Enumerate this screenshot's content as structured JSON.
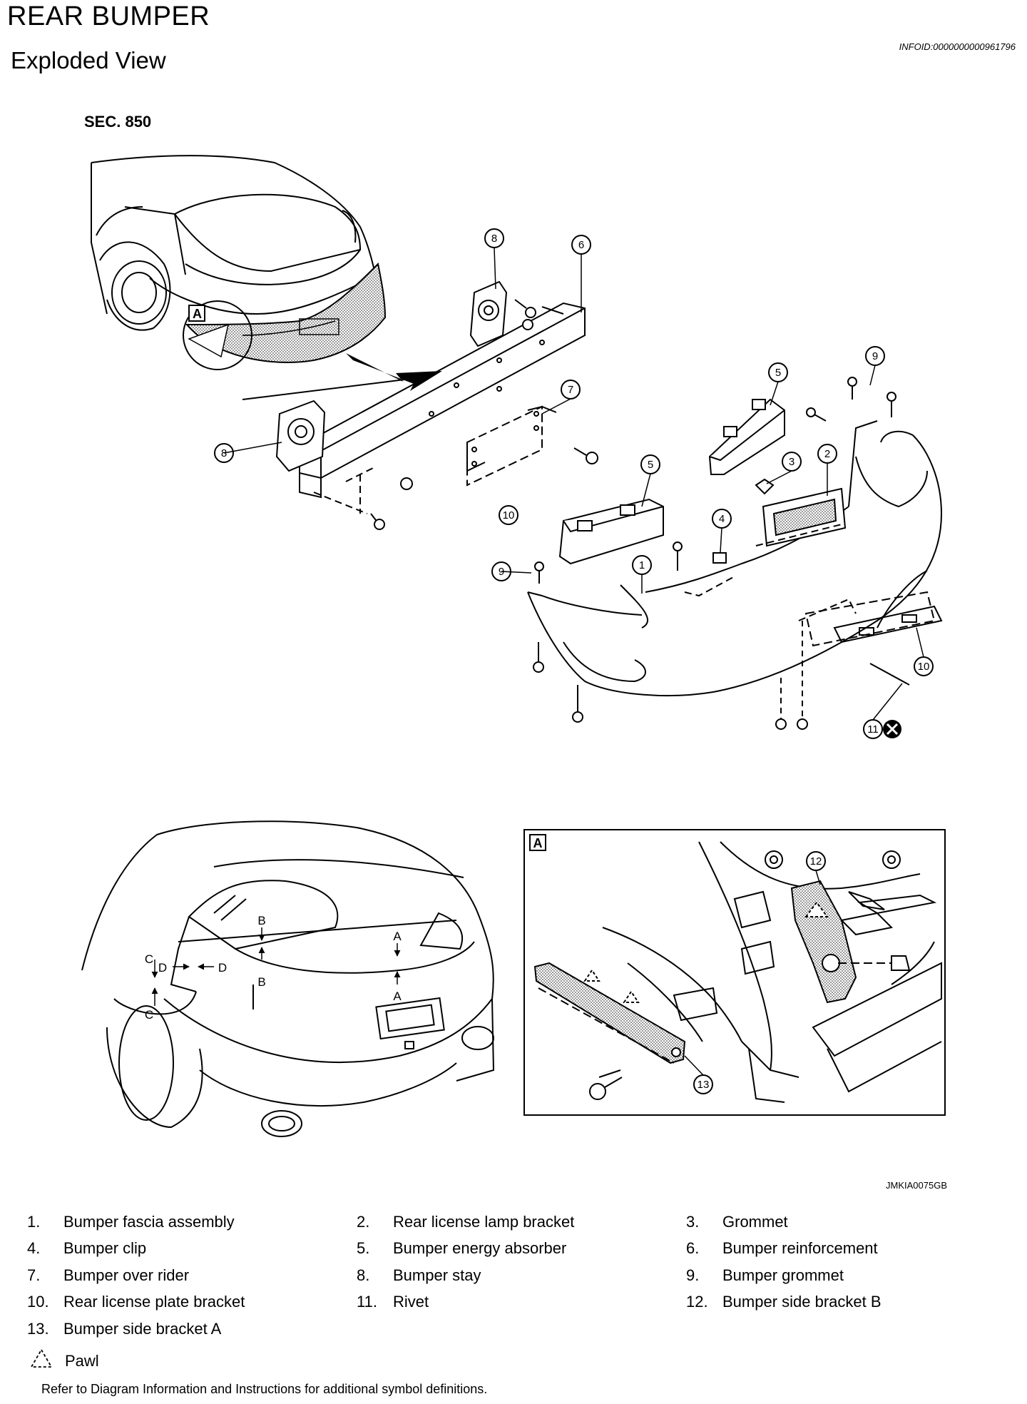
{
  "header": {
    "title": "REAR BUMPER",
    "subtitle": "Exploded View",
    "info_id": "INFOID:0000000000961796"
  },
  "diagram": {
    "section": "SEC. 850",
    "figure_code": "JMKIA0075GB",
    "inset_label": "A",
    "callouts": [
      "1",
      "2",
      "3",
      "4",
      "5",
      "6",
      "7",
      "8",
      "9",
      "10",
      "11",
      "12",
      "13"
    ],
    "clearance_labels": [
      "A",
      "B",
      "C",
      "D"
    ]
  },
  "legend": {
    "items": [
      {
        "num": "1.",
        "label": "Bumper fascia assembly"
      },
      {
        "num": "2.",
        "label": "Rear license lamp bracket"
      },
      {
        "num": "3.",
        "label": "Grommet"
      },
      {
        "num": "4.",
        "label": "Bumper clip"
      },
      {
        "num": "5.",
        "label": "Bumper energy absorber"
      },
      {
        "num": "6.",
        "label": "Bumper reinforcement"
      },
      {
        "num": "7.",
        "label": "Bumper over rider"
      },
      {
        "num": "8.",
        "label": "Bumper stay"
      },
      {
        "num": "9.",
        "label": "Bumper grommet"
      },
      {
        "num": "10.",
        "label": "Rear license plate bracket"
      },
      {
        "num": "11.",
        "label": "Rivet"
      },
      {
        "num": "12.",
        "label": "Bumper side bracket B"
      },
      {
        "num": "13.",
        "label": "Bumper side bracket A"
      }
    ],
    "pawl_label": "Pawl",
    "footnote": "Refer to Diagram Information and Instructions for additional symbol definitions."
  }
}
